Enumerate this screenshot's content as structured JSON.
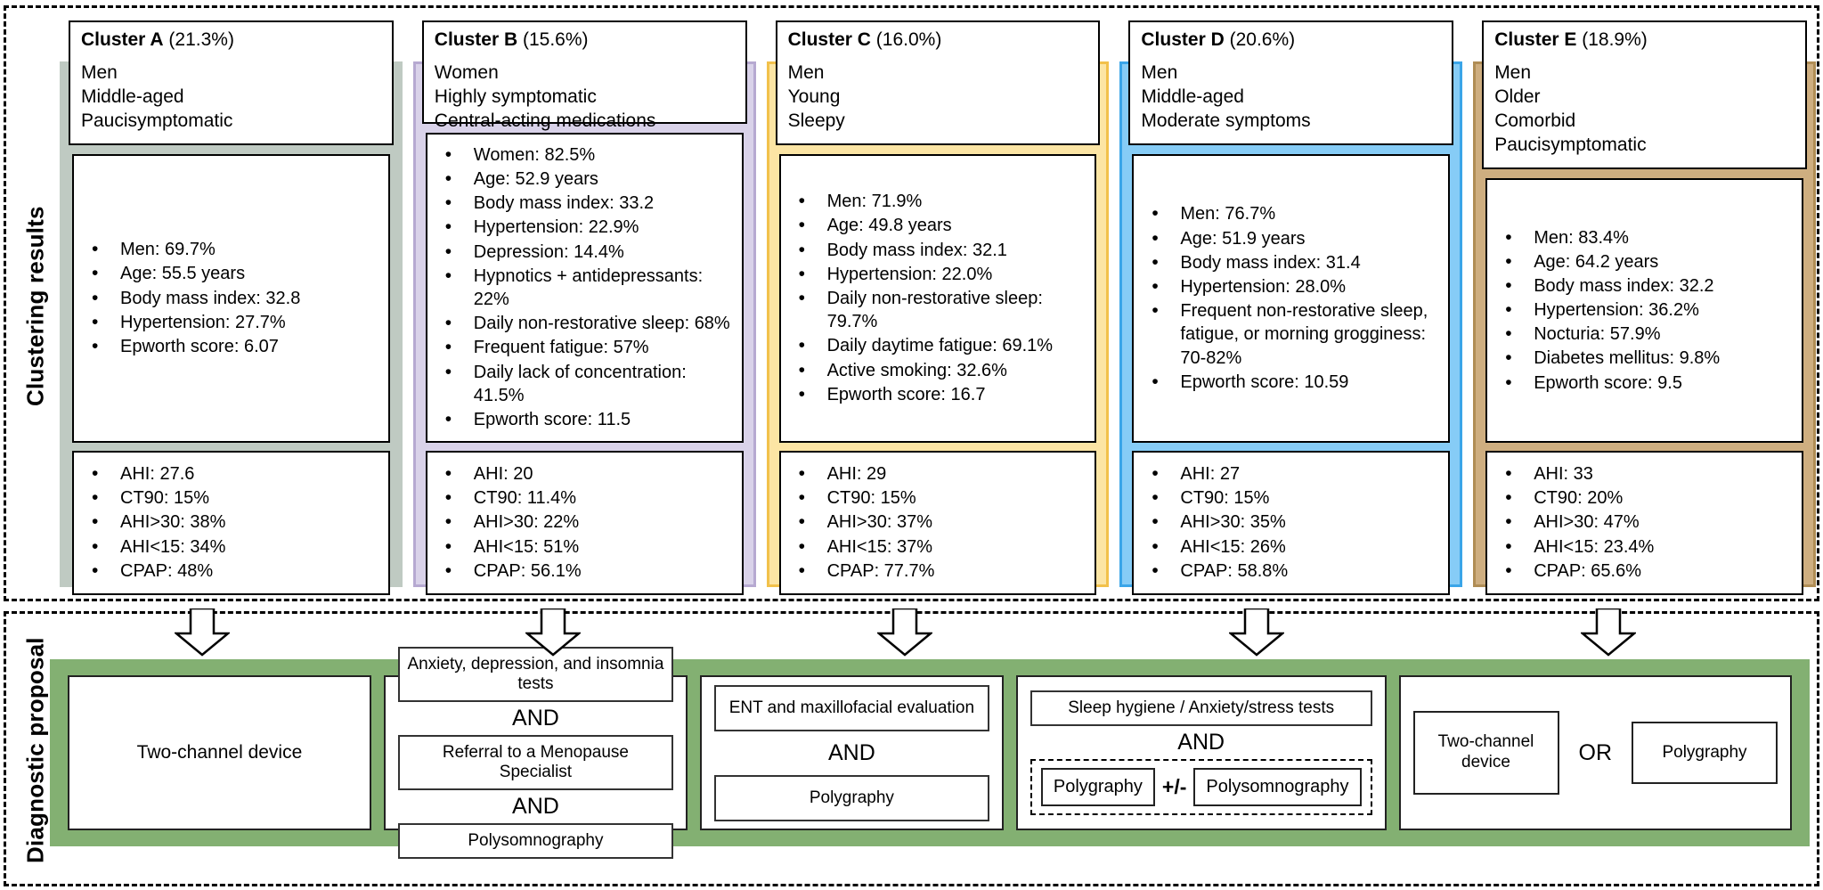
{
  "sections": {
    "clustering_label": "Clustering results",
    "diagnostic_label": "Diagnostic proposal"
  },
  "colors": {
    "cluster_a": "#bfcac2",
    "cluster_b": "#d9d2e9",
    "cluster_c": "#fce5a4",
    "cluster_d": "#86ccf6",
    "cluster_e": "#ceae80",
    "diagnostic_strip": "#83b072"
  },
  "clusters": [
    {
      "id": "a",
      "name": "Cluster A",
      "percent": "(21.3%)",
      "descriptors": [
        "Men",
        "Middle-aged",
        "Paucisymptomatic"
      ],
      "characteristics": [
        "Men: 69.7%",
        "Age: 55.5 years",
        "Body mass index: 32.8",
        "Hypertension: 27.7%",
        "Epworth score: 6.07"
      ],
      "metrics": [
        "AHI: 27.6",
        "CT90: 15%",
        "AHI>30: 38%",
        "AHI<15: 34%",
        "CPAP: 48%"
      ]
    },
    {
      "id": "b",
      "name": "Cluster B",
      "percent": "(15.6%)",
      "descriptors": [
        "Women",
        "Highly symptomatic",
        "Central-acting medications"
      ],
      "characteristics": [
        "Women: 82.5%",
        "Age: 52.9 years",
        "Body mass index: 33.2",
        "Hypertension: 22.9%",
        "Depression: 14.4%",
        "Hypnotics + antidepressants: 22%",
        "Daily non-restorative sleep: 68%",
        "Frequent fatigue: 57%",
        "Daily lack of concentration: 41.5%",
        "Epworth score: 11.5"
      ],
      "metrics": [
        "AHI: 20",
        "CT90: 11.4%",
        "AHI>30: 22%",
        "AHI<15: 51%",
        "CPAP: 56.1%"
      ]
    },
    {
      "id": "c",
      "name": "Cluster C",
      "percent": "(16.0%)",
      "descriptors": [
        "Men",
        "Young",
        "Sleepy"
      ],
      "characteristics": [
        "Men: 71.9%",
        "Age: 49.8 years",
        "Body mass index: 32.1",
        "Hypertension: 22.0%",
        "Daily non-restorative sleep: 79.7%",
        "Daily daytime fatigue: 69.1%",
        "Active smoking: 32.6%",
        "Epworth score: 16.7"
      ],
      "metrics": [
        "AHI: 29",
        "CT90: 15%",
        "AHI>30: 37%",
        "AHI<15: 37%",
        "CPAP: 77.7%"
      ]
    },
    {
      "id": "d",
      "name": "Cluster D",
      "percent": "(20.6%)",
      "descriptors": [
        "Men",
        "Middle-aged",
        "Moderate symptoms"
      ],
      "characteristics": [
        "Men: 76.7%",
        "Age: 51.9 years",
        "Body mass index: 31.4",
        "Hypertension: 28.0%",
        "Frequent non-restorative sleep, fatigue, or morning grogginess: 70-82%",
        "Epworth score: 10.59"
      ],
      "metrics": [
        "AHI: 27",
        "CT90: 15%",
        "AHI>30: 35%",
        "AHI<15: 26%",
        "CPAP: 58.8%"
      ]
    },
    {
      "id": "e",
      "name": "Cluster E",
      "percent": "(18.9%)",
      "descriptors": [
        "Men",
        "Older",
        "Comorbid",
        "Paucisymptomatic"
      ],
      "characteristics": [
        "Men: 83.4%",
        "Age: 64.2 years",
        "Body mass index: 32.2",
        "Hypertension: 36.2%",
        "Nocturia: 57.9%",
        "Diabetes mellitus: 9.8%",
        "Epworth score: 9.5"
      ],
      "metrics": [
        "AHI: 33",
        "CT90: 20%",
        "AHI>30: 47%",
        "AHI<15: 23.4%",
        "CPAP: 65.6%"
      ]
    }
  ],
  "diagnostics": {
    "a": {
      "single": "Two-channel device"
    },
    "b": {
      "line1": "Anxiety, depression, and insomnia tests",
      "op1": "AND",
      "line2": "Referral to a Menopause Specialist",
      "op2": "AND",
      "line3": "Polysomnography"
    },
    "c": {
      "line1": "ENT and maxillofacial evaluation",
      "op1": "AND",
      "line2": "Polygraphy"
    },
    "d": {
      "line1": "Sleep hygiene / Anxiety/stress tests",
      "op1": "AND",
      "chip1": "Polygraphy",
      "pm": "+/-",
      "chip2": "Polysomnography"
    },
    "e": {
      "box1": "Two-channel device",
      "op": "OR",
      "box2": "Polygraphy"
    }
  }
}
